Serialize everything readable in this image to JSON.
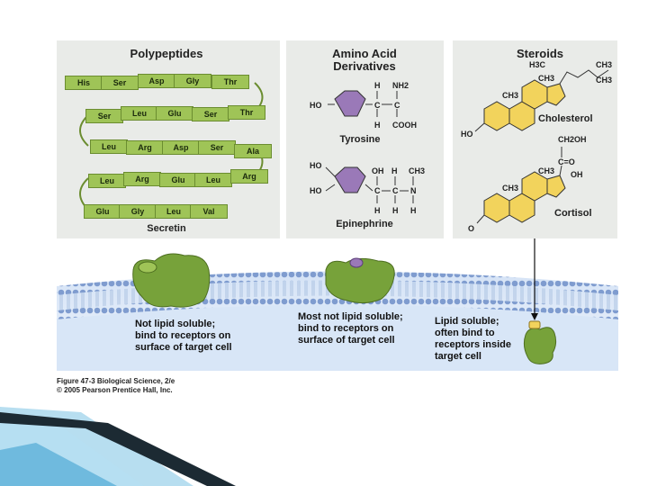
{
  "panels": {
    "polypeptides": {
      "title": "Polypeptides",
      "chain": [
        "His",
        "Ser",
        "Asp",
        "Gly",
        "Thr",
        "Ser",
        "Leu",
        "Glu",
        "Ser",
        "Thr",
        "Leu",
        "Arg",
        "Asp",
        "Ser",
        "Ala",
        "Leu",
        "Arg",
        "Glu",
        "Leu",
        "Arg",
        "Glu",
        "Gly",
        "Leu",
        "Val"
      ],
      "example": "Secretin"
    },
    "amino_acid": {
      "title_line1": "Amino Acid",
      "title_line2": "Derivatives",
      "tyrosine": "Tyrosine",
      "epinephrine": "Epinephrine"
    },
    "steroids": {
      "title": "Steroids",
      "cholesterol": "Cholesterol",
      "cortisol": "Cortisol"
    }
  },
  "chem": {
    "HO": "HO",
    "H": "H",
    "NH2": "NH2",
    "C": "C",
    "COOH": "COOH",
    "OH": "OH",
    "CH3": "CH3",
    "N": "N",
    "H3C": "H3C",
    "CH2OH": "CH2OH",
    "O": "O",
    "CO": "C=O"
  },
  "labels": {
    "left": [
      "Not lipid soluble;",
      "bind to receptors on",
      "surface of target cell"
    ],
    "middle": [
      "Most not lipid soluble;",
      "bind to receptors on",
      "surface of target cell"
    ],
    "right": [
      "Lipid soluble;",
      "often bind to",
      "receptors inside",
      "target cell"
    ]
  },
  "caption": [
    "Figure 47-3 Biological Science, 2/e",
    "© 2005 Pearson Prentice Hall, Inc."
  ],
  "colors": {
    "panel_bg": "#e9ebe8",
    "amino_acid_box": "#9fc457",
    "receptor": "#77a23a",
    "ring_yellow": "#f2d35c",
    "ring_purple": "#9a79b8",
    "membrane": "#7f9ccf",
    "cell_bg": "#d5e3f6"
  }
}
